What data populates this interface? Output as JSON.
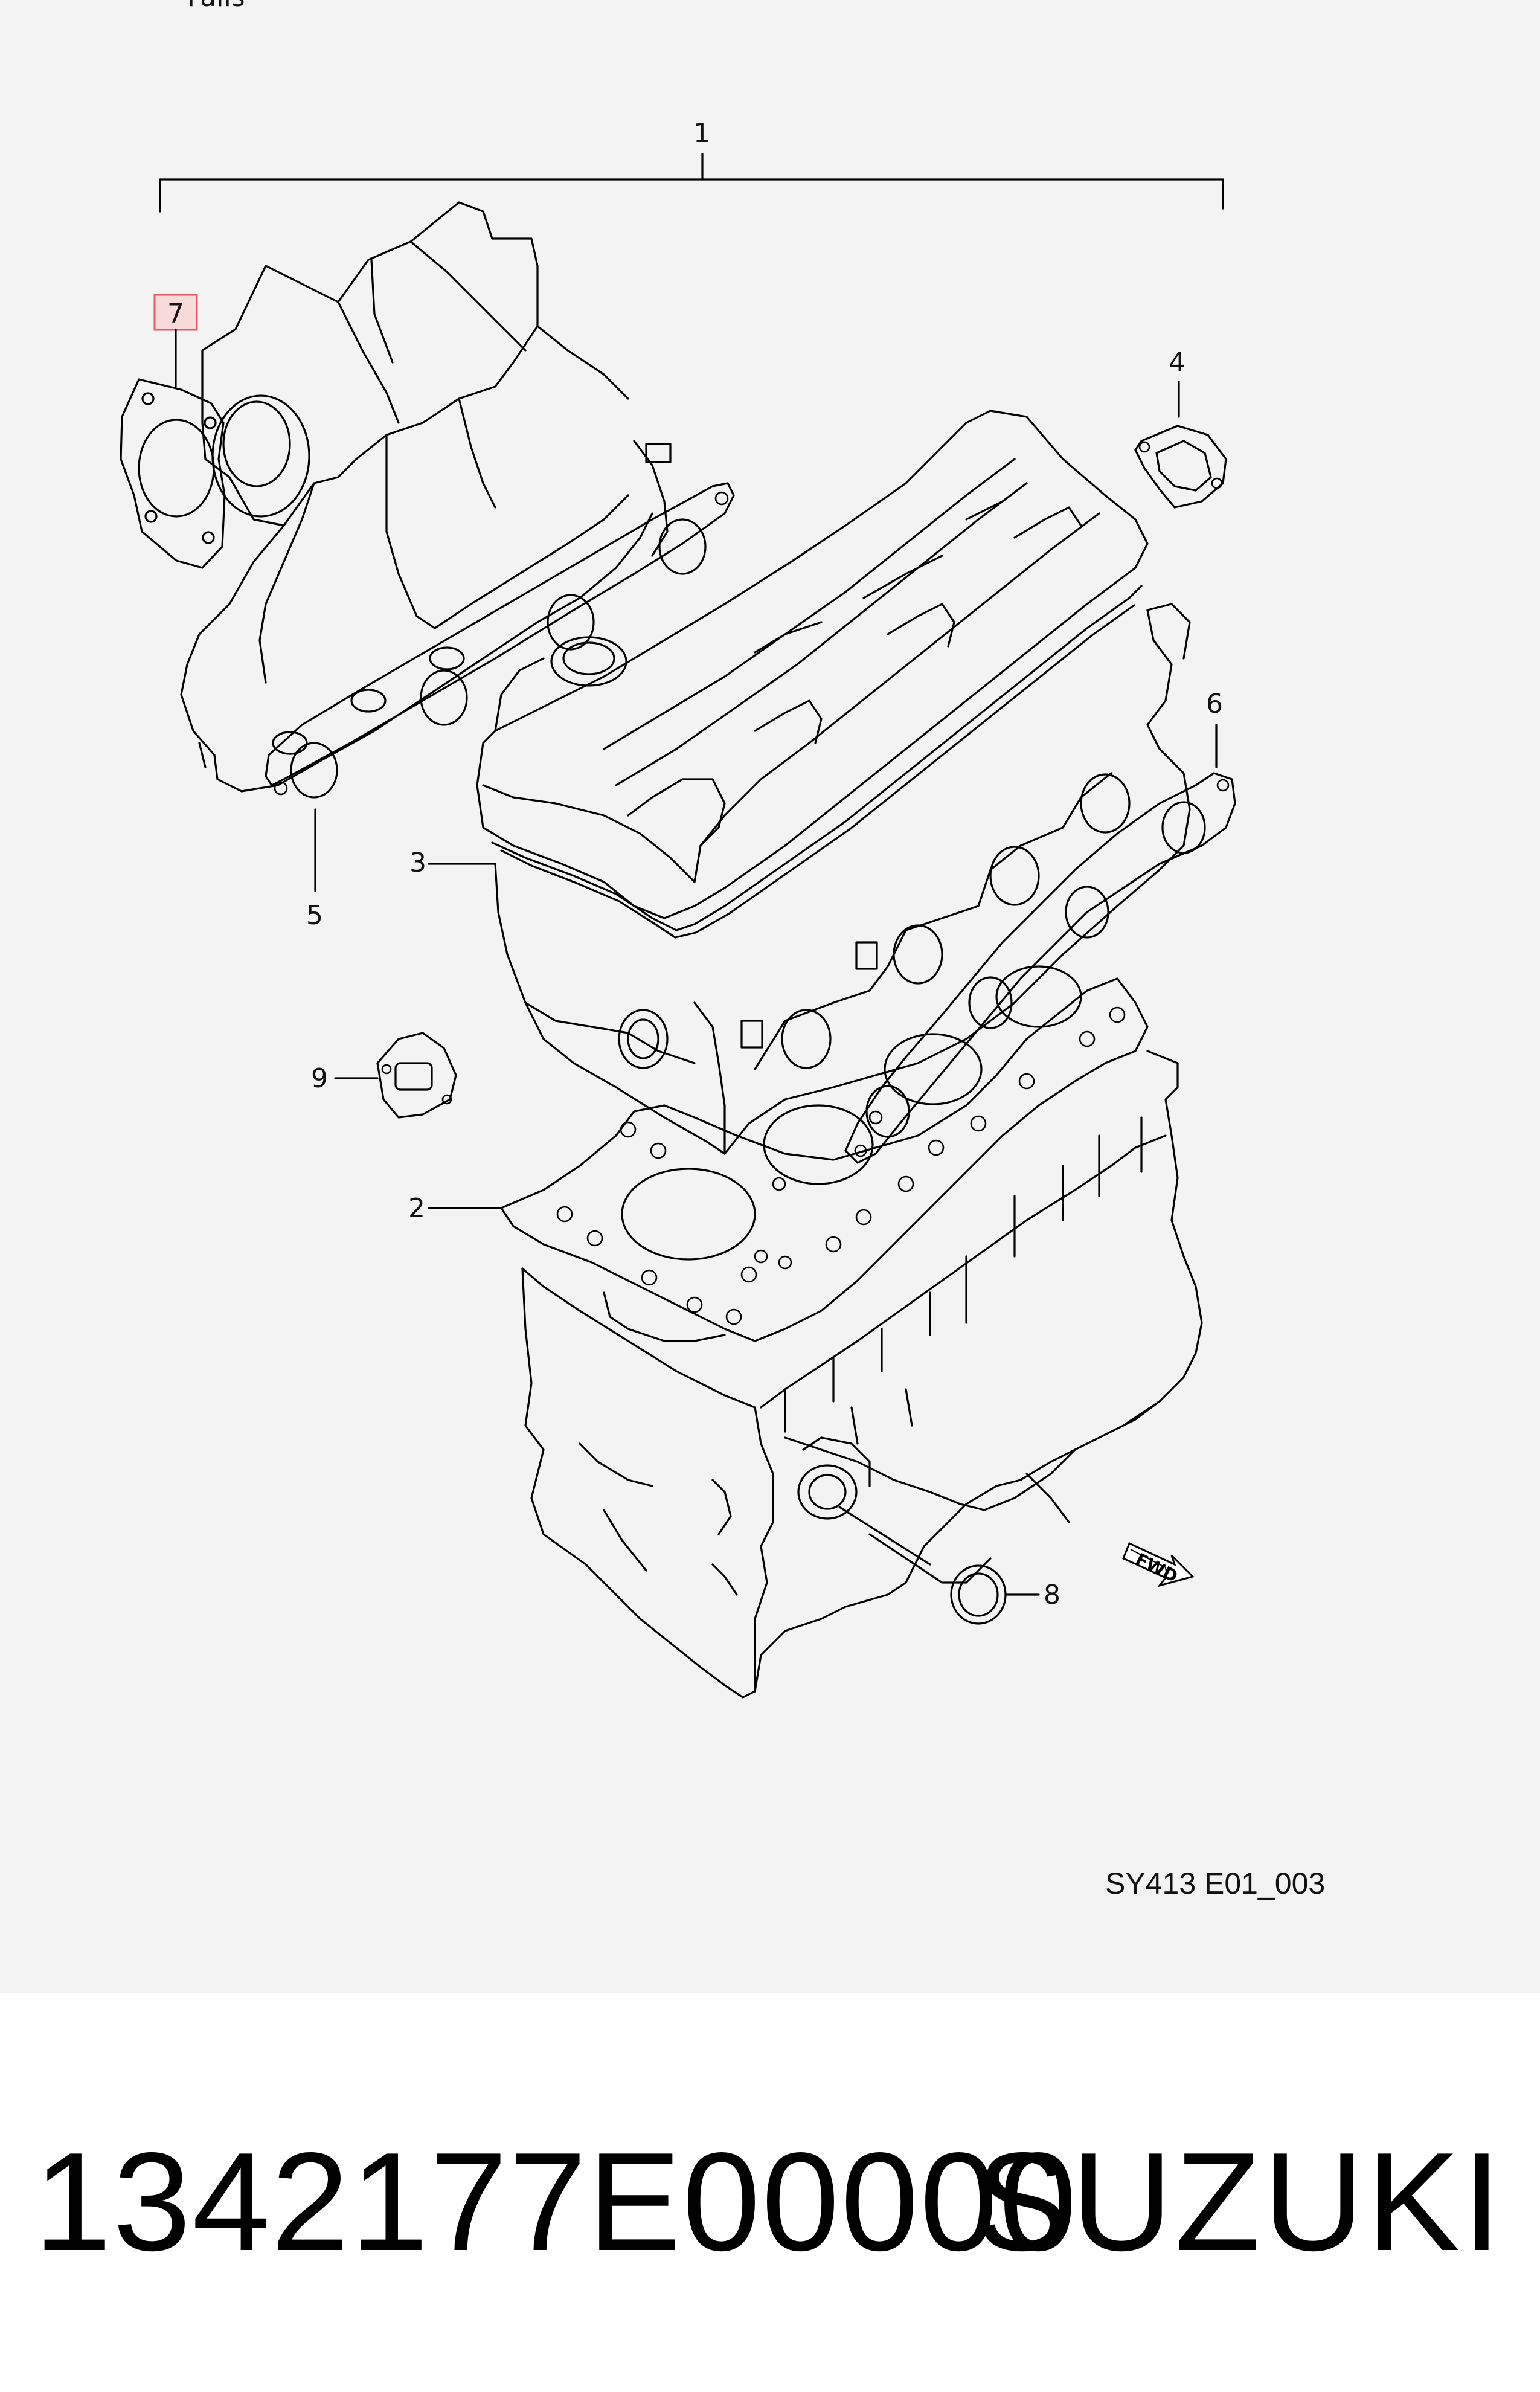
{
  "diagram": {
    "top_cut_text": "Fails",
    "callouts": {
      "c1": "1",
      "c2": "2",
      "c3": "3",
      "c4": "4",
      "c5": "5",
      "c6": "6",
      "c7": "7",
      "c8": "8",
      "c9": "9"
    },
    "highlighted_callout": "7",
    "highlight_color": "#e05a6a",
    "fwd_badge": "FWD",
    "drawing_code": "SY413 E01_003"
  },
  "caption": {
    "part_number": "1342177E00000",
    "brand": "SUZUKI"
  }
}
